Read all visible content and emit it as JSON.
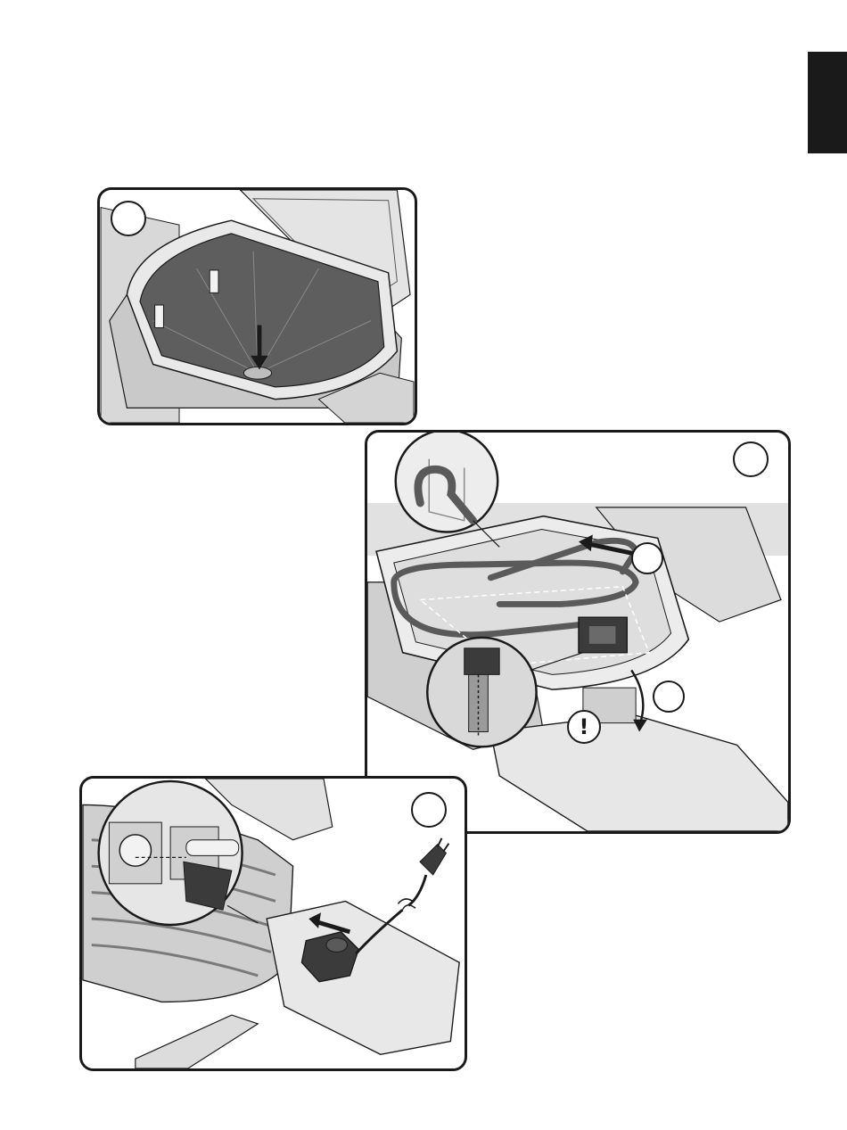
{
  "page": {
    "background": "#ffffff",
    "ink_color": "#1a1a1a",
    "edge_tab_color": "#1a1a1a"
  },
  "panels": [
    {
      "id": "step-1",
      "depicts": "grill-bowl-with-drip-tray-insert",
      "icons": [
        "down-arrow-icon"
      ]
    },
    {
      "id": "step-2",
      "depicts": "heating-element-installation",
      "icons": [
        "left-arrow-icon",
        "curved-down-arrow-icon",
        "warning-exclamation-icon",
        "magnifier-detail-circle"
      ]
    },
    {
      "id": "step-3",
      "depicts": "power-cord-plug-connection",
      "icons": [
        "left-arrow-icon",
        "plug-icon",
        "magnifier-detail-circle"
      ]
    }
  ],
  "callouts": {
    "warning_symbol": "!"
  }
}
